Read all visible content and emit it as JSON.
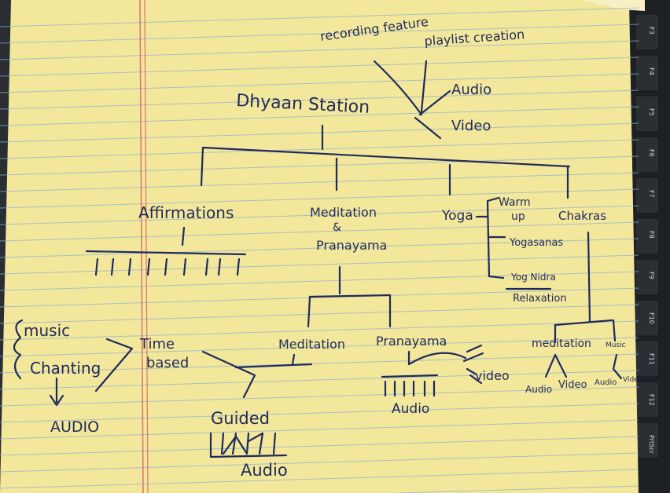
{
  "photo": {
    "paper_color": "#f3e79c",
    "rule_color": "#8fb3c9",
    "margin_color": "#d97b70",
    "ink_color": "#1f2a5c"
  },
  "notes": {
    "title": "Dhyaan Station",
    "top_features": [
      "recording feature",
      "playlist creation",
      "Audio",
      "Video"
    ],
    "branches": {
      "affirmations": "Affirmations",
      "meditation_pranayama": [
        "Meditation",
        "&",
        "Pranayama"
      ],
      "yoga": "Yoga",
      "chakras": "Chakras"
    },
    "yoga_items": [
      "Warm up",
      "Yogasanas",
      "Yog Nidra",
      "Relaxation"
    ],
    "left_group": {
      "music": "music",
      "chanting": "Chanting",
      "audio": "AUDIO",
      "time_based": "Time based"
    },
    "subtree": {
      "meditation": "Meditation",
      "pranayama": "Pranayama",
      "video": "video",
      "audio": "Audio",
      "guided": "Guided",
      "guided_audio": "Audio"
    },
    "chakra_items": {
      "meditation": "meditation",
      "music": "Music",
      "audio": "Audio",
      "video": "Video",
      "music_audio": "Audio",
      "music_video": "Video"
    }
  },
  "keyboard": {
    "keys": [
      "F3",
      "F4",
      "F5",
      "F6",
      "F7",
      "F8",
      "F9",
      "F10",
      "F11",
      "F12",
      "PrtScr"
    ]
  }
}
